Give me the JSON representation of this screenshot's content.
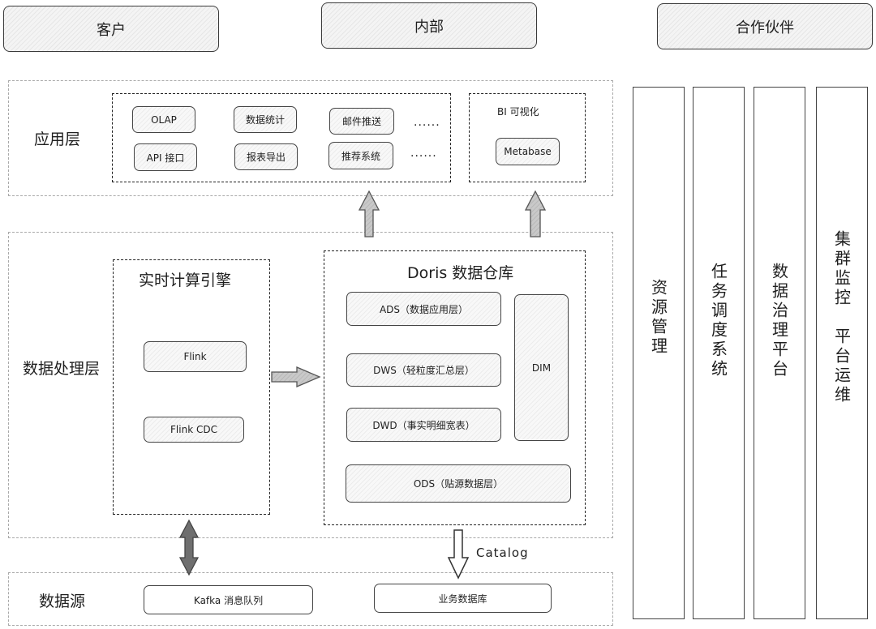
{
  "header": {
    "customer": "客户",
    "internal": "内部",
    "partners": "合作伙伴"
  },
  "application_layer": {
    "label": "应用层",
    "items": [
      "OLAP",
      "数据统计",
      "邮件推送",
      "API 接口",
      "报表导出",
      "推荐系统"
    ],
    "ellipsis": "......",
    "bi_title": "BI 可视化",
    "bi_tool": "Metabase"
  },
  "processing_layer": {
    "label": "数据处理层",
    "engine_title": "实时计算引擎",
    "engines": [
      "Flink",
      "Flink CDC"
    ],
    "warehouse_title": "Doris 数据仓库",
    "warehouse_layers": [
      "ADS（数据应用层）",
      "DWS（轻粒度汇总层）",
      "DWD（事实明细宽表）",
      "ODS（贴源数据层）"
    ],
    "dim": "DIM"
  },
  "data_source_layer": {
    "label": "数据源",
    "sources": [
      "Kafka 消息队列",
      "业务数据库"
    ],
    "catalog_label": "Catalog"
  },
  "side_columns": [
    "资源管理",
    "任务调度系统",
    "数据治理平台",
    "集群监控　平台运维"
  ]
}
